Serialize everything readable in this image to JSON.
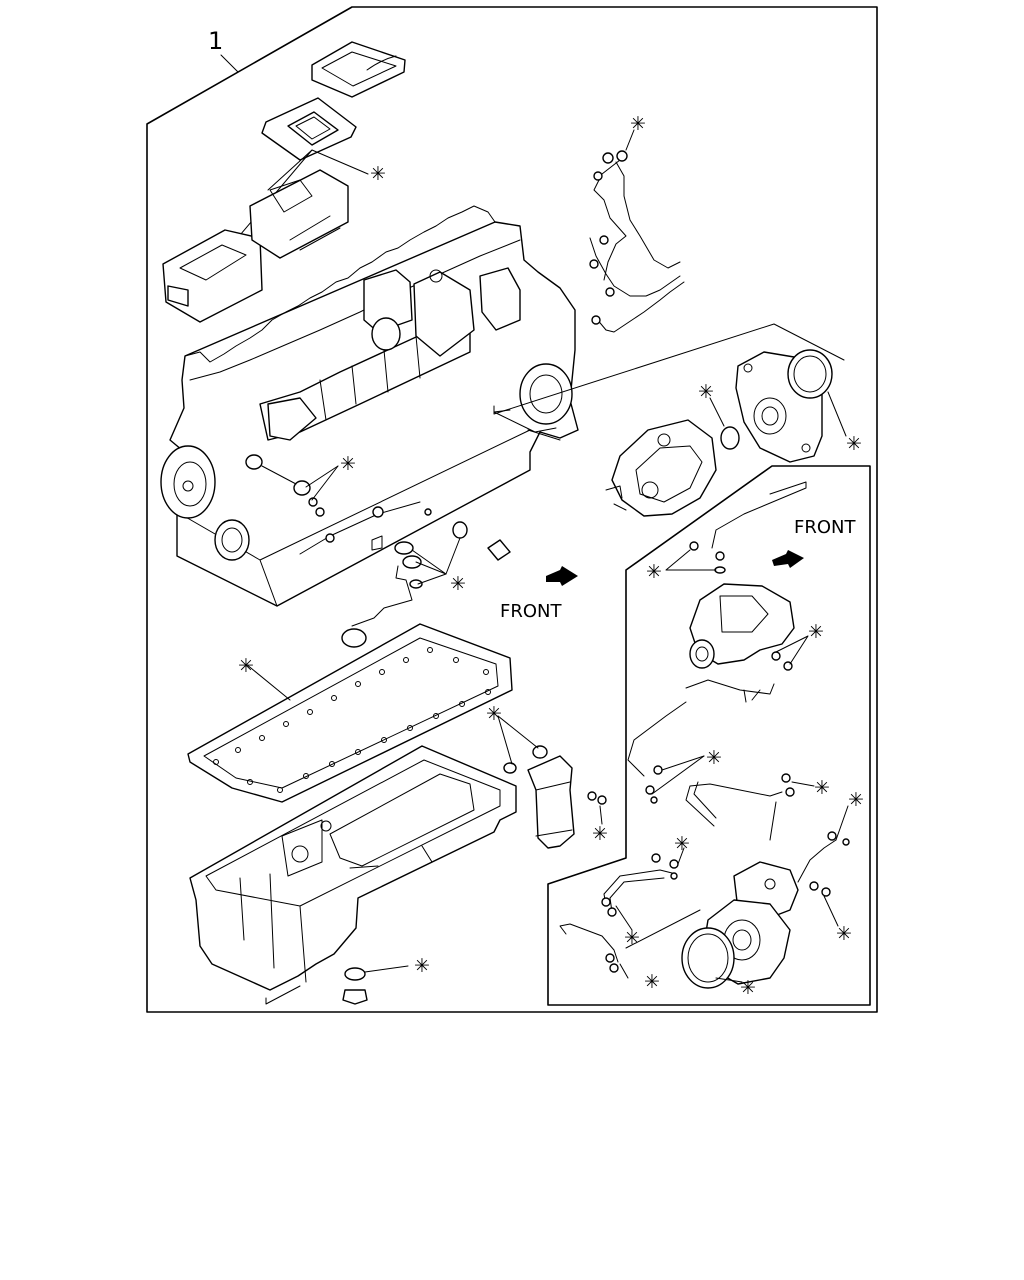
{
  "diagram": {
    "item_number": "1",
    "front_label_left": "FRONT",
    "front_label_right": "FRONT",
    "kit_marker": "✳"
  }
}
